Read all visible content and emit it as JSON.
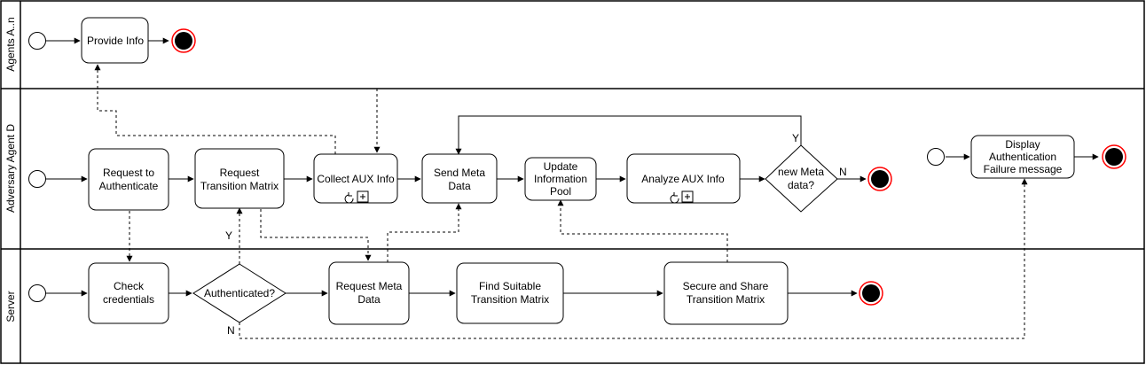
{
  "lanes": {
    "agents": "Agents A..n",
    "adversary": "Adversary Agent D",
    "server": "Server"
  },
  "tasks": {
    "provide_info": "Provide Info",
    "request_authenticate": [
      "Request to",
      "Authenticate"
    ],
    "request_transition_matrix": [
      "Request",
      "Transition Matrix"
    ],
    "collect_aux_info": "Collect AUX Info",
    "send_meta_data": [
      "Send Meta",
      "Data"
    ],
    "update_information_pool": [
      "Update",
      "Information",
      "Pool"
    ],
    "analyze_aux_info": "Analyze AUX Info",
    "display_auth_failure": [
      "Display",
      "Authentication",
      "Failure message"
    ],
    "check_credentials": [
      "Check",
      "credentials"
    ],
    "request_meta_data": [
      "Request Meta",
      "Data"
    ],
    "find_suitable_tm": [
      "Find Suitable",
      "Transition Matrix"
    ],
    "secure_share_tm": [
      "Secure and Share",
      "Transition Matrix"
    ]
  },
  "gateways": {
    "new_meta_data": [
      "new Meta",
      "data?"
    ],
    "authenticated": "Authenticated?"
  },
  "edge_labels": {
    "new_meta_yes": "Y",
    "new_meta_no": "N",
    "auth_yes": "Y",
    "auth_no": "N"
  }
}
